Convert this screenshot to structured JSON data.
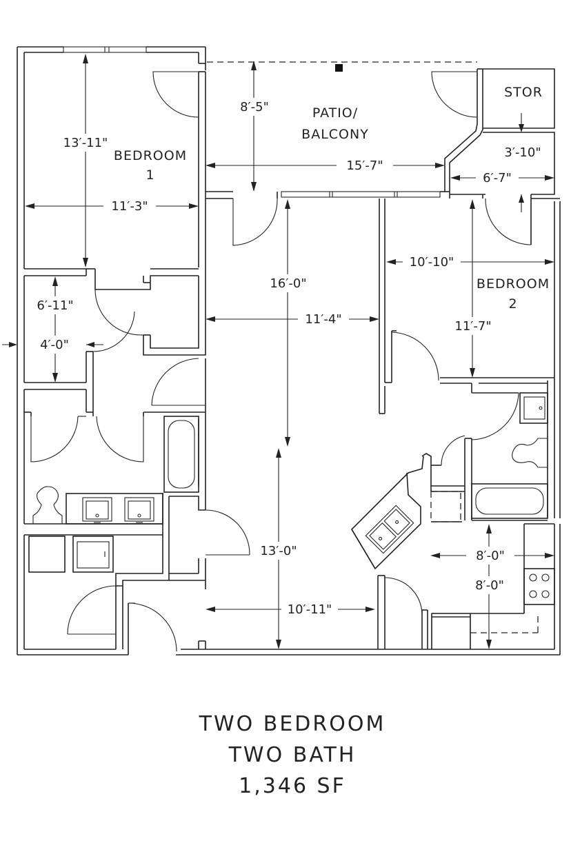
{
  "rooms": {
    "bedroom1_line1": "BEDROOM",
    "bedroom1_line2": "1",
    "bedroom2_line1": "BEDROOM",
    "bedroom2_line2": "2",
    "patio_line1": "PATIO/",
    "patio_line2": "BALCONY",
    "storage": "STOR"
  },
  "dimensions": {
    "bed1_depth": "13′-11\"",
    "bed1_width": "11′-3\"",
    "patio_depth": "8′-5\"",
    "patio_width": "15′-7\"",
    "stor_depth": "3′-10\"",
    "stor_width": "6′-7\"",
    "bed2_width": "10′-10\"",
    "bed2_depth": "11′-7\"",
    "living_depth": "16′-0\"",
    "living_width": "11′-4\"",
    "closet_depth": "6′-11\"",
    "closet_width": "4′-0\"",
    "dining_depth": "13′-0\"",
    "dining_width": "10′-11\"",
    "kitchen_width": "8′-0\"",
    "kitchen_depth": "8′-0\""
  },
  "caption": {
    "line1": "TWO BEDROOM",
    "line2": "TWO BATH",
    "line3": "1,346 SF"
  }
}
